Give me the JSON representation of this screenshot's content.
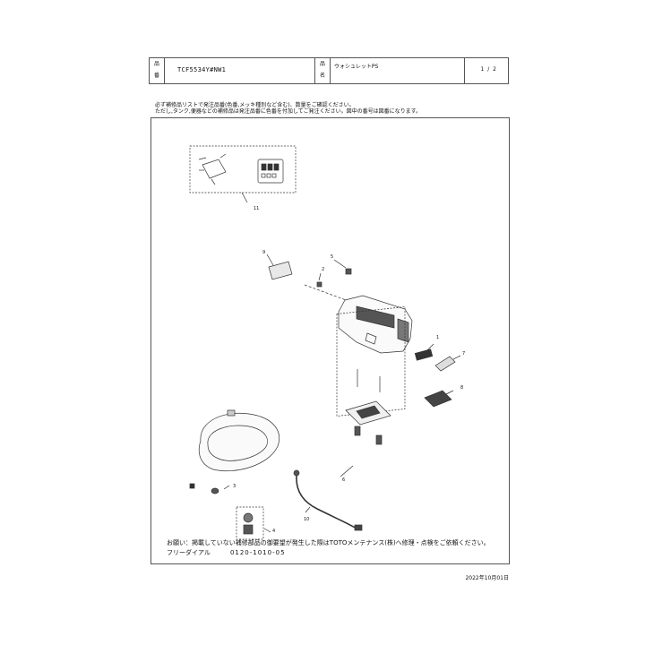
{
  "header": {
    "part_label_top": "品",
    "part_label_bottom": "番",
    "part_number": "TCF5534Y#NW1",
    "name_label_top": "品",
    "name_label_bottom": "名",
    "product_name": "ウォシュレットPS",
    "page": "1 / 2"
  },
  "notes": {
    "line1": "必ず補修品リストで発注品番(色番,メッキ種別など含む)、数量をご確認ください。",
    "line2": "ただし,タンク,便器などの補修品は発注品番に色番を付加してご発注ください。図中の番号は図番になります。"
  },
  "callouts": [
    "11",
    "9",
    "2",
    "5",
    "1",
    "7",
    "8",
    "6",
    "3",
    "4",
    "10"
  ],
  "footer": {
    "contact": "お願い：掲載していない補修部品の御要望が発生した際はTOTOメンテナンス(株)へ修理・点検をご依頼ください。",
    "freedial_label": "フリーダイアル",
    "phone": "0120-1010-05",
    "date": "2022年10月01日"
  }
}
